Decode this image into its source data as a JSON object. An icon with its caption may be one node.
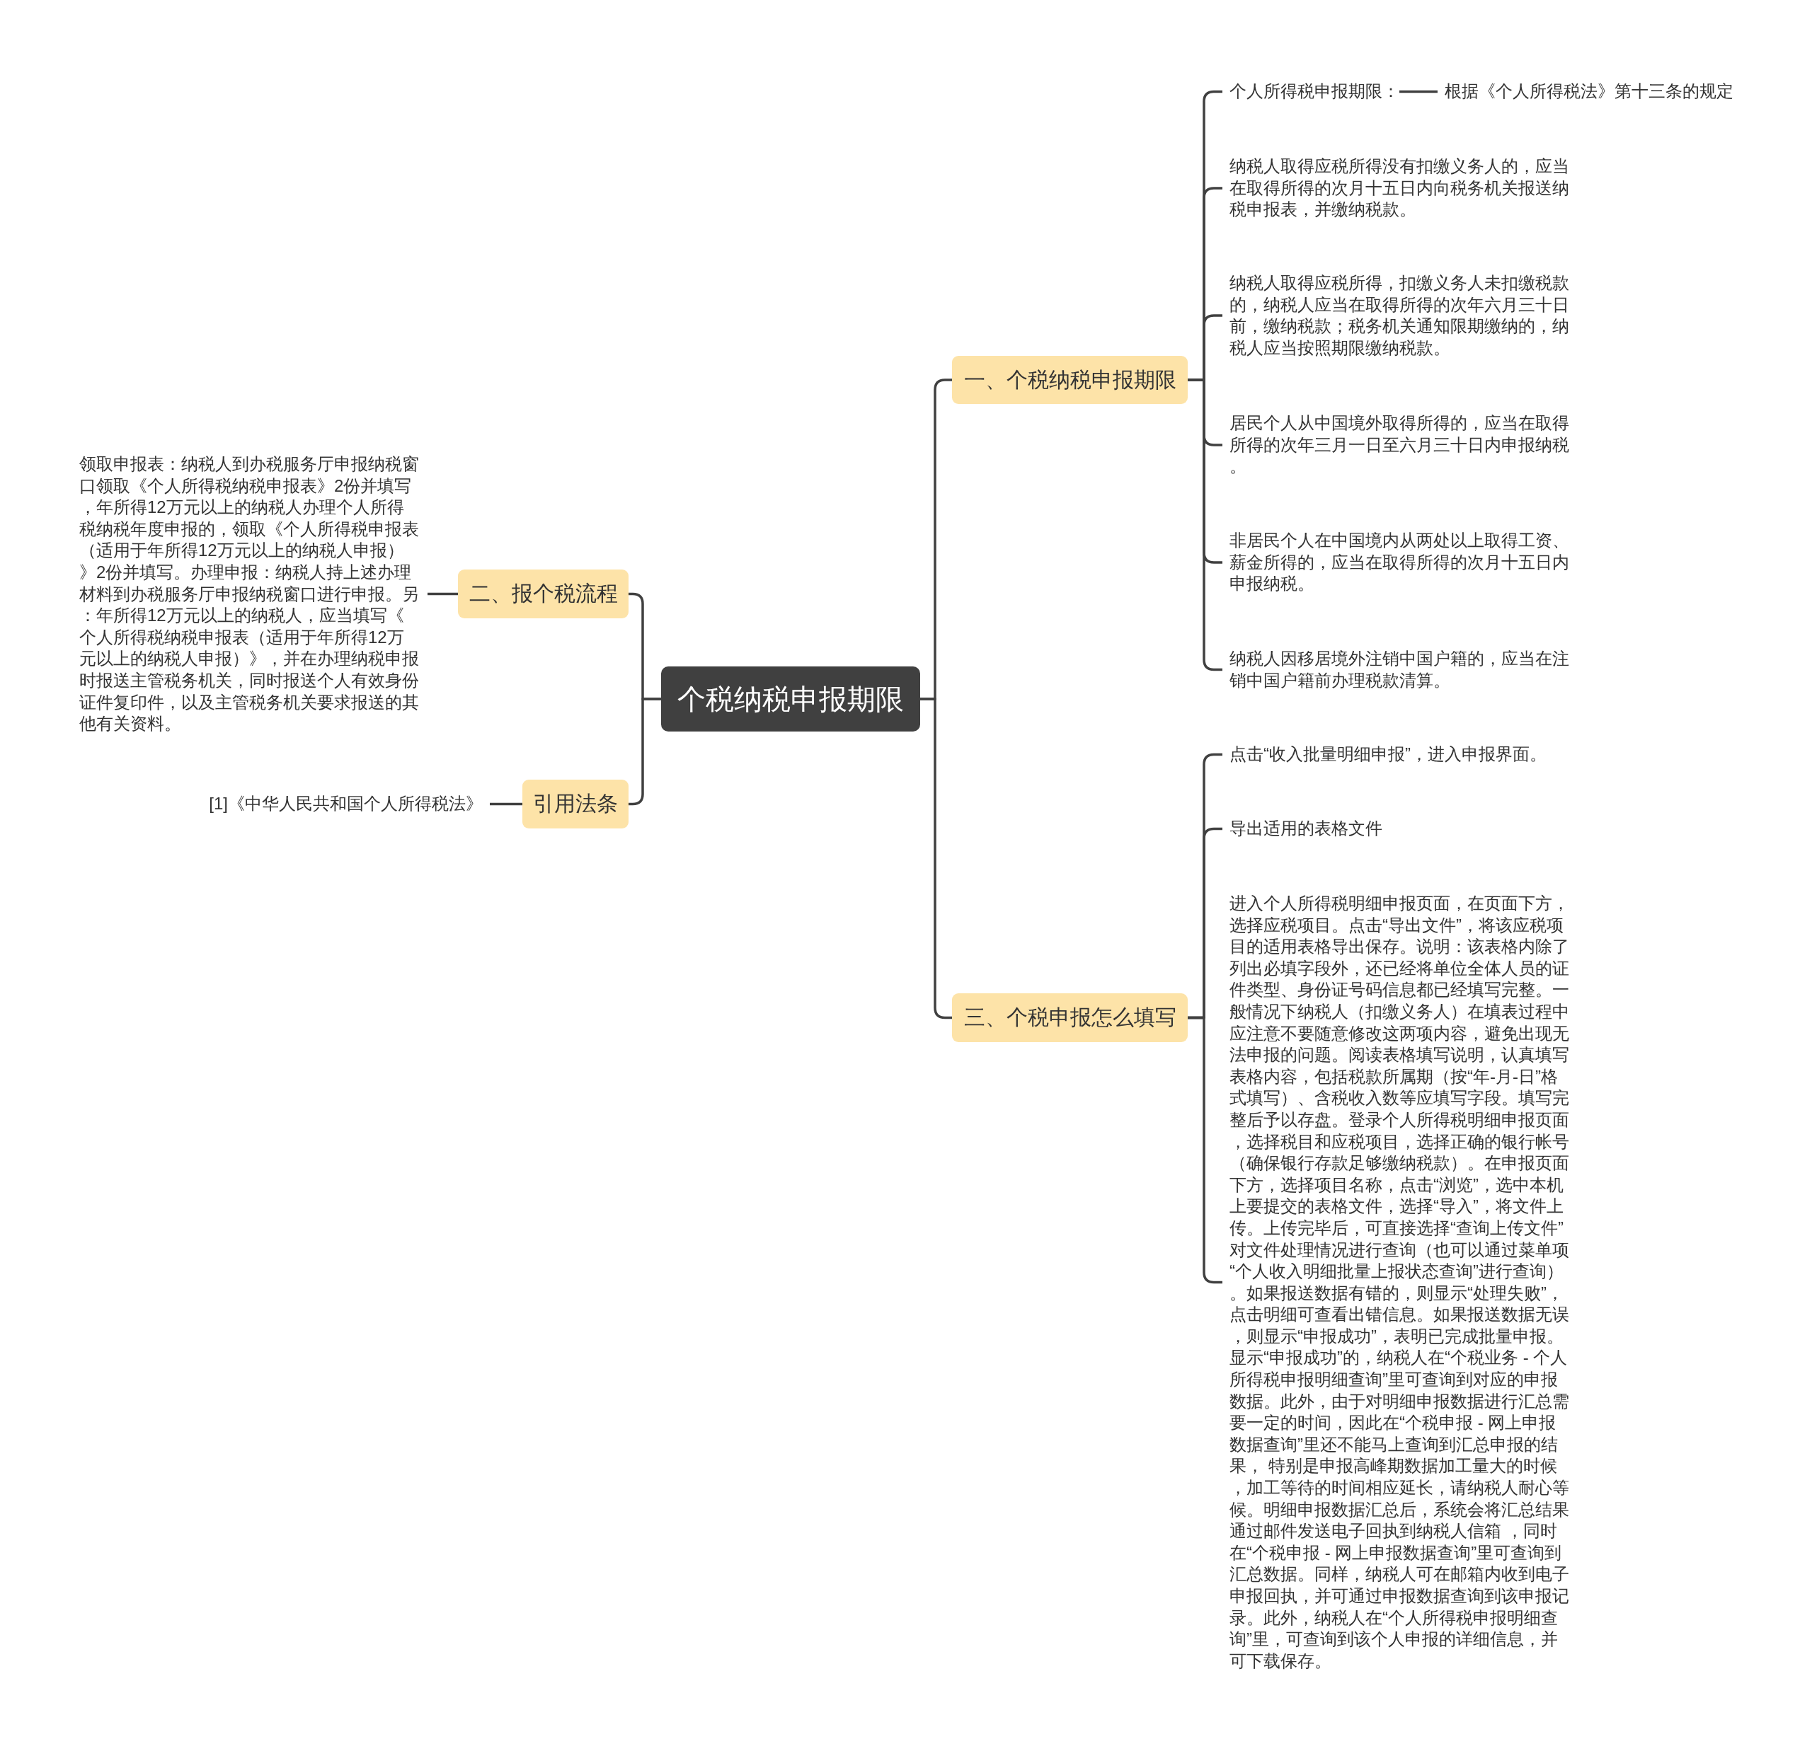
{
  "diagram": {
    "nodes": [
      {
        "text": [
          "个税纳税申报期限"
        ]
      },
      {
        "text": [
          "一、个税纳税申报期限"
        ]
      },
      {
        "text": [
          "个人所得税申报期限："
        ]
      },
      {
        "text": [
          "根据《个人所得税法》第十三条的规定"
        ]
      },
      {
        "text": [
          "纳税人取得应税所得没有扣缴义务人的，应当在取得所得的次月十五日内向税务机关报送纳税申报表，并缴纳税款。"
        ]
      },
      {
        "text": [
          "纳税人取得应税所得，扣缴义务人未扣缴税款的，纳税人应当在取得所得的次年六月三十日前，缴纳税款；税务机关通知限期缴纳的，纳税人应当按照期限缴纳税款。"
        ]
      },
      {
        "text": [
          "居民个人从中国境外取得所得的，应当在取得所得的次年三月一日至六月三十日内申报纳税。"
        ]
      },
      {
        "text": [
          "非居民个人在中国境内从两处以上取得工资、薪金所得的，应当在取得所得的次月十五日内申报纳税。"
        ]
      },
      {
        "text": [
          "纳税人因移居境外注销中国户籍的，应当在注销中国户籍前办理税款清算。"
        ]
      },
      {
        "text": [
          "二、报个税流程"
        ]
      },
      {
        "text": [
          "领取申报表：纳税人到办税服务厅申报纳税窗口领取《个人所得税纳税申报表》2份并填写，年所得12万元以上的纳税人办理个人所得税纳税年度申报的，领取《个人所得税申报表（适用于年所得12万元以上的纳税人申报）》2份并填写。办理申报：纳税人持上述办理材料到办税服务厅申报纳税窗口进行申报。另：年所得12万元以上的纳税人，应当填写《个人所得税纳税申报表（适用于年所得12万元以上的纳税人申报）》，并在办理纳税申报时报送主管税务机关，同时报送个人有效身份证件复印件，以及主管税务机关要求报送的其他有关资料。"
        ]
      },
      {
        "text": [
          "引用法条"
        ]
      },
      {
        "text": [
          "[1]《中华人民共和国个人所得税法》"
        ]
      },
      {
        "text": [
          "三、个税申报怎么填写"
        ]
      },
      {
        "text": [
          "点击“收入批量明细申报”，进入申报界面。"
        ]
      },
      {
        "text": [
          "导出适用的表格文件"
        ]
      },
      {
        "text": [
          "进入个人所得税明细申报页面，在页面下方，选择应税项目。点击“导出文件”，将该应税项目的适用表格导出保存。说明：该表格内除了列出必填字段外，还已经将单位全体人员的证件类型、身份证号码信息都已经填写完整。一般情况下纳税人（扣缴义务人）在填表过程中应注意不要随意修改这两项内容，避免出现无法申报的问题。阅读表格填写说明，认真填写表格内容，包括税款所属期（按“年-月-日”格式填写）、含税收入数等应填写字段。填写完整后予以存盘。登录个人所得税明细申报页面，选择税目和应税项目，选择正确的银行帐号（确保银行存款足够缴纳税款）。在申报页面下方，选择项目名称，点击“浏览”，选中本机上要提交的表格文件，选择“导入”，将文件上传。上传完毕后，可直接选择“查询上传文件”对文件处理情况进行查询（也可以通过菜单项“个人收入明细批量上报状态查询”进行查询）。如果报送数据有错的，则显示“处理失败”，点击明细可查看出错信息。如果报送数据无误，则显示“申报成功”，表明已完成批量申报。显示“申报成功”的，纳税人在“个税业务 - 个人所得税申报明细查询”里可查询到对应的申报数据。此外，由于对明细申报数据进行汇总需要一定的时间，因此在“个税申报 - 网上申报数据查询”里还不能马上查询到汇总申报的结果， 特别是申报高峰期数据加工量大的时候，加工等待的时间相应延长，请纳税人耐心等候。明细申报数据汇总后，系统会将汇总结果通过邮件发送电子回执到纳税人信箱 ，同时在“个税申报 - 网上申报数据查询”里可查询到汇总数据。同样，纳税人可在邮箱内收到电子申报回执，并可通过申报数据查询到该申报记录。此外，纳税人在“个人所得税申报明细查询”里，可查询到该个人申报的详细信息，并可下载保存。"
        ]
      }
    ],
    "edges": [
      {
        "from": 0,
        "to": 1,
        "arrow": "none"
      },
      {
        "from": 1,
        "to": 2,
        "arrow": "none"
      },
      {
        "from": 2,
        "to": 3,
        "arrow": "none"
      },
      {
        "from": 1,
        "to": 4,
        "arrow": "none"
      },
      {
        "from": 1,
        "to": 5,
        "arrow": "none"
      },
      {
        "from": 1,
        "to": 6,
        "arrow": "none"
      },
      {
        "from": 1,
        "to": 7,
        "arrow": "none"
      },
      {
        "from": 1,
        "to": 8,
        "arrow": "none"
      },
      {
        "from": 0,
        "to": 9,
        "arrow": "none"
      },
      {
        "from": 9,
        "to": 10,
        "arrow": "none"
      },
      {
        "from": 0,
        "to": 11,
        "arrow": "none"
      },
      {
        "from": 11,
        "to": 12,
        "arrow": "none"
      },
      {
        "from": 0,
        "to": 13,
        "arrow": "none"
      },
      {
        "from": 13,
        "to": 14,
        "arrow": "none"
      },
      {
        "from": 13,
        "to": 15,
        "arrow": "none"
      },
      {
        "from": 13,
        "to": 16,
        "arrow": "none"
      }
    ]
  }
}
